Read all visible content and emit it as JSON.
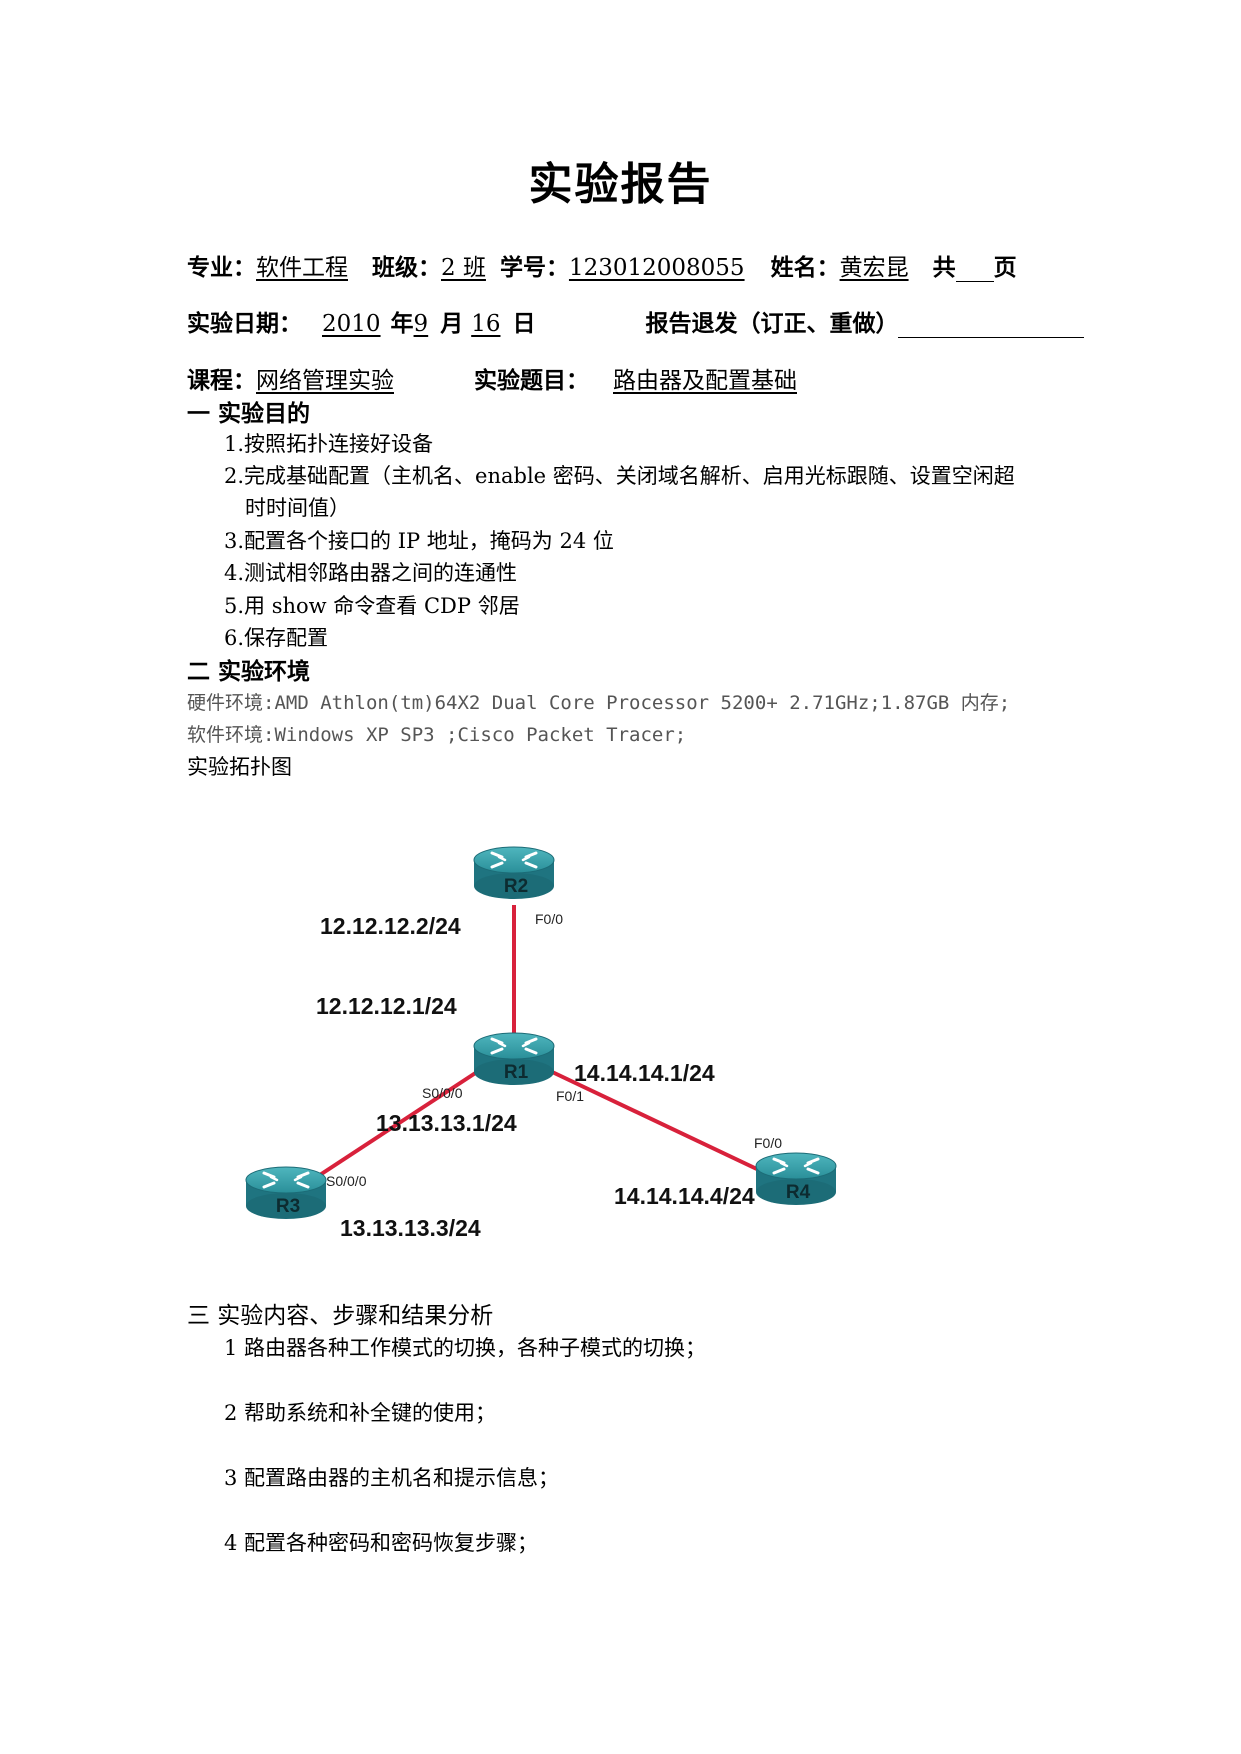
{
  "title": "实验报告",
  "header": {
    "major_label": "专业：",
    "major": "软件工程",
    "class_label": "班级：",
    "class": "2 班",
    "id_label": "学号：",
    "id": "123012008055",
    "name_label": "姓名：",
    "name": "黄宏昆",
    "pages_pre": "共",
    "pages_post": "页",
    "date_label": "实验日期：",
    "year": "2010",
    "year_unit": "年",
    "month": "9",
    "month_unit": "月",
    "day": "16",
    "day_unit": "日",
    "return_label": "报告退发（订正、重做）",
    "course_label": "课程：",
    "course": "网络管理实验",
    "topic_label": "实验题目：",
    "topic": "路由器及配置基础"
  },
  "section1": {
    "heading": "一  实验目的",
    "items": [
      "1.按照拓扑连接好设备",
      "2.完成基础配置（主机名、enable 密码、关闭域名解析、启用光标跟随、设置空闲超",
      "时时间值）",
      "3.配置各个接口的 IP 地址，掩码为 24 位",
      "4.测试相邻路由器之间的连通性",
      "5.用 show 命令查看 CDP 邻居",
      "6.保存配置"
    ]
  },
  "section2": {
    "heading": "二  实验环境",
    "hardware": "硬件环境:AMD Athlon(tm)64X2 Dual Core Processor 5200+ 2.71GHz;1.87GB 内存;",
    "software": "软件环境:Windows XP SP3 ;Cisco Packet Tracer;",
    "topology_label": "实验拓扑图"
  },
  "topology": {
    "routers": [
      "R1",
      "R2",
      "R3",
      "R4"
    ],
    "ports": {
      "r2_f00": "F0/0",
      "r1_s000": "S0/0/0",
      "r1_f01": "F0/1",
      "r3_s000": "S0/0/0",
      "r4_f00": "F0/0"
    },
    "addresses": {
      "r2": "12.12.12.2/24",
      "r1_to_r2": "12.12.12.1/24",
      "r1_to_r4": "14.14.14.1/24",
      "r1_to_r3": "13.13.13.1/24",
      "r4": "14.14.14.4/24",
      "r3": "13.13.13.3/24"
    },
    "link_color": "#d8213b",
    "router_color": "#2a8f99"
  },
  "section3": {
    "heading": "三  实验内容、步骤和结果分析",
    "items": [
      "1  路由器各种工作模式的切换，各种子模式的切换；",
      "2  帮助系统和补全键的使用；",
      "3  配置路由器的主机名和提示信息；",
      "4  配置各种密码和密码恢复步骤；"
    ]
  }
}
